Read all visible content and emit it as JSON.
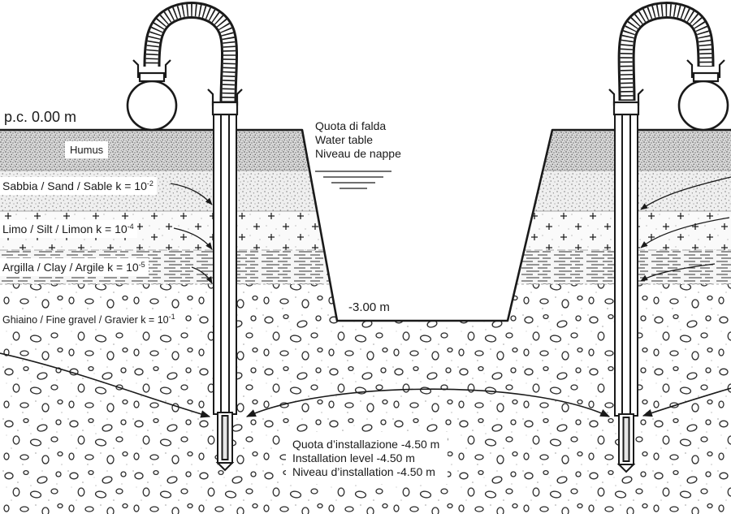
{
  "ground_level": {
    "label": "p.c. 0.00 m"
  },
  "layers": [
    {
      "text": "Humus"
    },
    {
      "text": "Sabbia / Sand / Sable k = 10",
      "exponent": "-2"
    },
    {
      "text": "Limo / Silt / Limon k = 10",
      "exponent": "-4"
    },
    {
      "text": "Argilla / Clay / Argile k = 10",
      "exponent": "-5"
    },
    {
      "text": "Ghiaino / Fine gravel / Gravier k = 10",
      "exponent": "-1"
    }
  ],
  "water_table": {
    "lines": [
      "Quota di falda",
      "Water table",
      "Niveau de nappe"
    ]
  },
  "excavation": {
    "depth_label": "-3.00 m"
  },
  "installation": {
    "lines": [
      "Quota d’installazione -4.50 m",
      "Installation level -4.50 m",
      "Niveau d’installation -4.50 m"
    ]
  },
  "colors": {
    "ink": "#1a1a1a",
    "background": "#ffffff",
    "humus": "#d9d9d9",
    "sand": "#efefef"
  }
}
